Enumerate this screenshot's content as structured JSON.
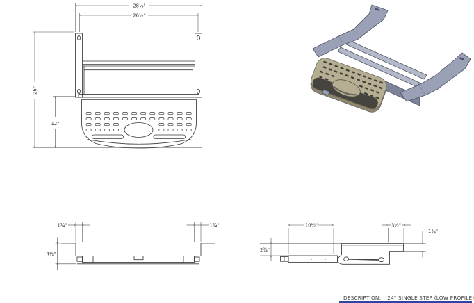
{
  "colors": {
    "background": "#ffffff",
    "line": "#3a3a3a",
    "dim_line": "#4a4a4a",
    "accent_bar": "#3142a0",
    "frame_fill": "#9aa0b5",
    "frame_light": "#b4b9ca",
    "frame_dark": "#7d8399",
    "frame_outline": "#4d5266",
    "tread_fill": "#b5ae92",
    "tread_shadow": "#8e876d",
    "tread_band": "#45443f",
    "slot_fill": "#3c3c38"
  },
  "views": {
    "front_view": {
      "dims": {
        "overall_width": "28¼\"",
        "bracket_width": "26½\"",
        "overall_height": "26\"",
        "step_height": "12\""
      }
    },
    "stowed_section_view": {
      "dims": {
        "left_flange": "1¾\"",
        "right_flange": "1¾\"",
        "frame_depth": "4½\""
      }
    },
    "side_profile_view": {
      "dims": {
        "tube_length": "10½\"",
        "rail_width": "3½\"",
        "rail_height": "1¾\"",
        "frame_height": "2¾\""
      }
    }
  },
  "title_block": {
    "description_label": "DESCRIPTION:",
    "description_value": "24\" SINGLE STEP (LOW PROFILE)"
  }
}
